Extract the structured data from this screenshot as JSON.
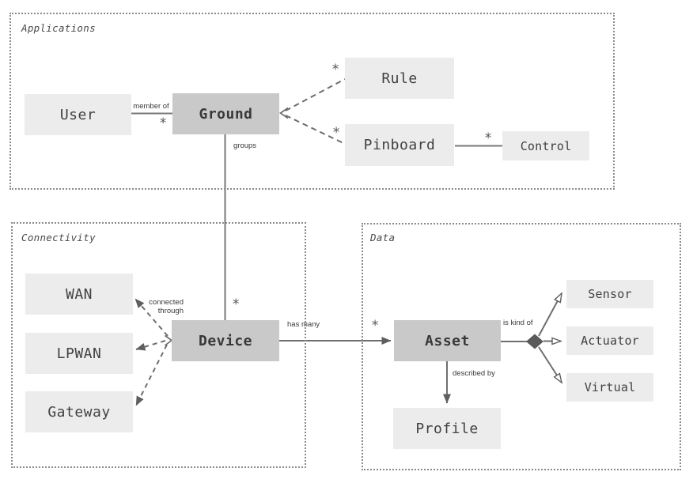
{
  "groups": {
    "applications": "Applications",
    "connectivity": "Connectivity",
    "data": "Data"
  },
  "entities": {
    "user": "User",
    "ground": "Ground",
    "rule": "Rule",
    "pinboard": "Pinboard",
    "control": "Control",
    "wan": "WAN",
    "lpwan": "LPWAN",
    "gateway": "Gateway",
    "device": "Device",
    "asset": "Asset",
    "sensor": "Sensor",
    "actuator": "Actuator",
    "virtual": "Virtual",
    "profile": "Profile"
  },
  "labels": {
    "member_of": "member of",
    "groups": "groups",
    "connected_through_line1": "connected",
    "connected_through_line2": "through",
    "has_many": "has many",
    "is_kind_of": "is kind of",
    "described_by": "described by"
  },
  "multiplicity": {
    "user_ground": "*",
    "ground_device": "*",
    "ground_rule": "*",
    "ground_pinboard": "*",
    "pinboard_control": "*",
    "device_asset": "*"
  },
  "colors": {
    "entity_light": "#ececec",
    "entity_dark": "#c9c9c9",
    "line": "#6e6e6e",
    "arrow": "#5f5f5f",
    "dotted_border": "#8a8a8a",
    "text": "#3a3a3a"
  }
}
